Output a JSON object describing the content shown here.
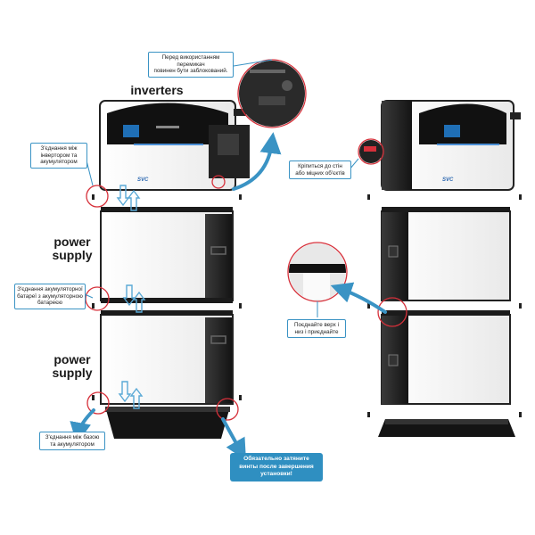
{
  "labels": {
    "inverters": "inverters",
    "power_supply_1": "power\nsupply",
    "power_supply_2": "power\nsupply"
  },
  "callouts": {
    "lock_switch": "Перед використанням\nперемикач\nповинен бути заблокований.",
    "inverter_battery_left": "З'єднання між\nінвертором та\nакумулятором",
    "battery_battery": "З'єднання акумуляторної\nбатареї з акумуляторною\nбатареєю",
    "base_battery": "З'єднання між базою\nта акумулятором",
    "wall_mount": "Кріпиться до стін\nабо міцних об'єктів",
    "align_top_bottom": "Поєднайте верх і\nниз і приєднайте",
    "tighten_screws": "Обязательно затяните\nвинты после завершения\nустановки!"
  },
  "brand_text": "SVC",
  "colors": {
    "accent_blue": "#2f8fc1",
    "callout_circle": "#d6303a",
    "case_dark": "#1f1f1f",
    "panel_white": "#f4f4f4"
  },
  "icons": [
    "inverter-unit",
    "battery-module",
    "base-plinth",
    "curved-arrow-icon",
    "up-down-arrow-icon",
    "highlight-circle-icon",
    "wall-bracket-icon"
  ]
}
